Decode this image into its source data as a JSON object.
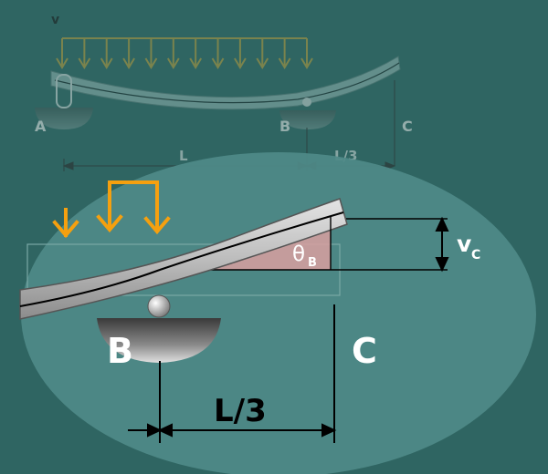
{
  "top_diagram": {
    "load_label": "v",
    "support_a": "A",
    "support_b": "B",
    "point_c": "C",
    "span_ab": "L",
    "span_bc": "L/3"
  },
  "zoom_view": {
    "support_b": "B",
    "point_c": "C",
    "angle_symbol": "θ",
    "angle_subscript": "B",
    "deflection_symbol": "v",
    "deflection_subscript": "C",
    "overhang_length": "L/3"
  },
  "colors": {
    "background": "#2f6562",
    "zoom_fill": "#4f8a88",
    "load_arrow": "#f5a00f",
    "top_load_arrow": "#9a8a3a",
    "angle_fill": "#d9a0a0",
    "beam": "#c2c2c2",
    "dimension_line": "#000000",
    "label_text": "#ffffff"
  }
}
